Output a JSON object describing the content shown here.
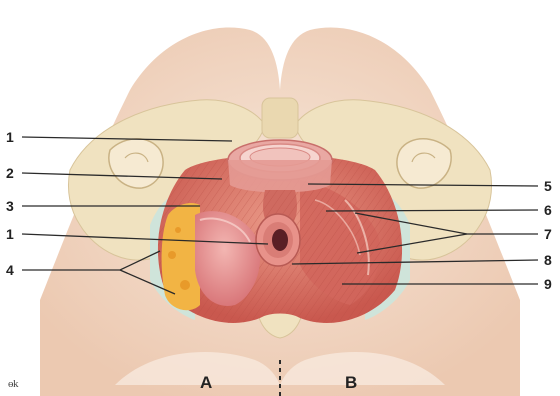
{
  "figure": {
    "type": "anatomical-illustration",
    "subject": "pelvic floor muscles, inferior view",
    "callouts_left": [
      "1",
      "2",
      "3",
      "1",
      "4"
    ],
    "callouts_right": [
      "5",
      "6",
      "7",
      "8",
      "9"
    ],
    "side_labels": {
      "left": "A",
      "right": "B"
    },
    "credit": "ɵk",
    "colors": {
      "skin": "#f1d6c3",
      "bone": "#f0e2c0",
      "muscle": "#d9766a",
      "muscle_light": "#e89c8d",
      "fat": "#f2b444",
      "fascia": "#cfe4da",
      "organ": "#e8a0a3",
      "leader_line": "#2a2a2a"
    }
  }
}
